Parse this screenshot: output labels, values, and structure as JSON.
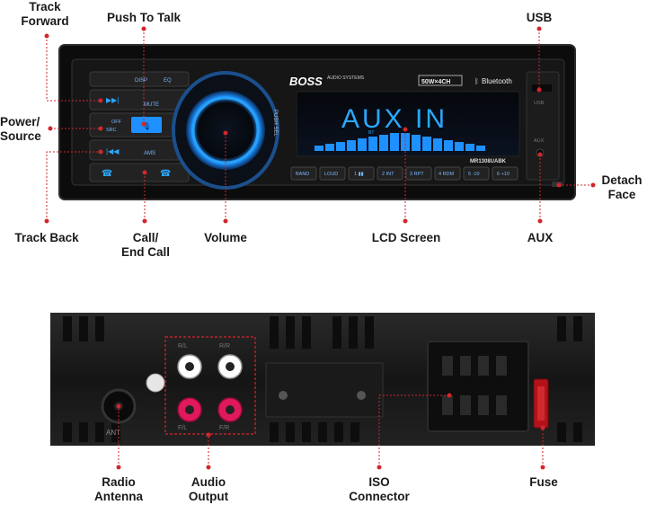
{
  "front_panel": {
    "brand": "BOSS",
    "brand_sub": "AUDIO SYSTEMS",
    "power_badge": "50W×4CH",
    "bluetooth_label": "Bluetooth",
    "model": "MR1308UABK",
    "display_text": "AUX IN",
    "display_sub": "BT",
    "push_sel": "PUSH SEL",
    "buttons": {
      "disp": "DISP",
      "eq": "EQ",
      "mute": "MUTE",
      "off": "OFF",
      "src": "SRC",
      "ams": "AMS",
      "band": "BAND",
      "loud": "LOUD",
      "preset1": "1 ▮▮",
      "preset2": "2 INT",
      "preset3": "3 RPT",
      "preset4": "4 RDM",
      "preset5": "5 -10",
      "preset6": "6 +10"
    },
    "usb_port_label": "USB",
    "aux_port_label": "AUX"
  },
  "rear_panel": {
    "ant_label": "ANT",
    "rl_label": "R/L",
    "rr_label": "R/R",
    "fl_label": "F/L",
    "fr_label": "F/R"
  },
  "callouts": {
    "track_forward": "Track\nForward",
    "push_to_talk": "Push To Talk",
    "usb": "USB",
    "power_source": "Power/\nSource",
    "detach_face": "Detach\nFace",
    "track_back": "Track Back",
    "call_end_call": "Call/\nEnd Call",
    "volume": "Volume",
    "lcd_screen": "LCD Screen",
    "aux": "AUX",
    "radio_antenna": "Radio\nAntenna",
    "audio_output": "Audio\nOutput",
    "iso_connector": "ISO\nConnector",
    "fuse": "Fuse"
  },
  "colors": {
    "accent_red": "#d2262c",
    "lcd_blue": "#2aa8ff",
    "knob_blue": "#1e90ff",
    "body_black": "#111111"
  }
}
